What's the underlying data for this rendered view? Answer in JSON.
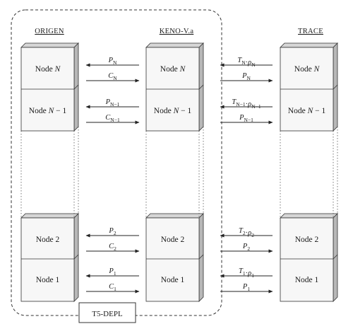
{
  "columns": [
    {
      "label": "ORIGEN"
    },
    {
      "label": "KENO-V.a"
    },
    {
      "label": "TRACE"
    }
  ],
  "group_label": "T5-DEPL",
  "node_rows": [
    {
      "name": "Node",
      "index": "N",
      "suffix": ""
    },
    {
      "name": "Node",
      "index": "N",
      "suffix": " − 1"
    },
    {
      "name": "Node 2",
      "index": "",
      "suffix": ""
    },
    {
      "name": "Node 1",
      "index": "",
      "suffix": ""
    }
  ],
  "left_arrows": [
    {
      "top_sym": "P",
      "top_sub": "N",
      "bottom_sym": "C",
      "bottom_sub": "N"
    },
    {
      "top_sym": "P",
      "top_sub": "N−1",
      "bottom_sym": "C",
      "bottom_sub": "N−1"
    },
    {
      "top_sym": "P",
      "top_sub": "2",
      "bottom_sym": "C",
      "bottom_sub": "2"
    },
    {
      "top_sym": "P",
      "top_sub": "1",
      "bottom_sym": "C",
      "bottom_sub": "1"
    }
  ],
  "right_arrows": [
    {
      "top_sym": "T",
      "top_sub": "N",
      "top_sym2": "ρ",
      "top_sub2": "N",
      "bottom_sym": "P",
      "bottom_sub": "N"
    },
    {
      "top_sym": "T",
      "top_sub": "N−1",
      "top_sym2": "ρ",
      "top_sub2": "N−1",
      "bottom_sym": "P",
      "bottom_sub": "N−1"
    },
    {
      "top_sym": "T",
      "top_sub": "2",
      "top_sym2": "ρ",
      "top_sub2": "2",
      "bottom_sym": "P",
      "bottom_sub": "2"
    },
    {
      "top_sym": "T",
      "top_sub": "1",
      "top_sym2": "ρ",
      "top_sub2": "1",
      "bottom_sym": "P",
      "bottom_sub": "1"
    }
  ],
  "colors": {
    "box_front": "#f7f7f7",
    "box_side": "#b8b8b8",
    "box_top": "#d6d6d6",
    "stroke": "#333333"
  }
}
